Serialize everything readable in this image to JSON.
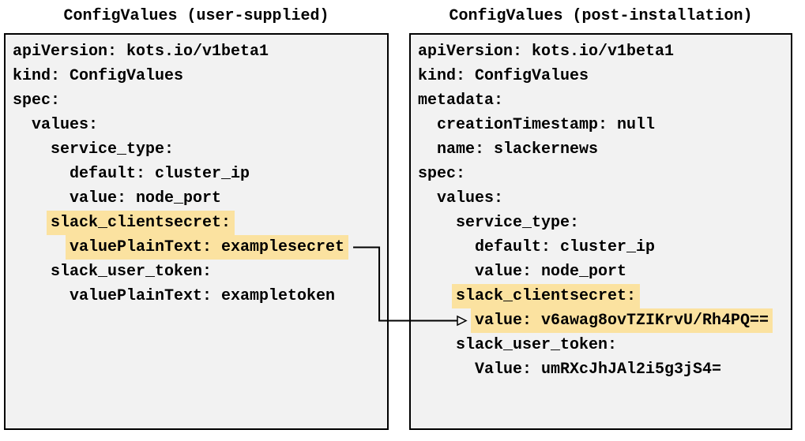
{
  "colors": {
    "highlight": "#fbe2a0",
    "panel_bg": "#f2f2f2",
    "border": "#000000",
    "text": "#000000",
    "arrow": "#000000"
  },
  "panels": [
    {
      "title": "ConfigValues (user-supplied)",
      "lines": [
        {
          "indent": 0,
          "text": "apiVersion: kots.io/v1beta1",
          "highlight": false
        },
        {
          "indent": 0,
          "text": "kind: ConfigValues",
          "highlight": false
        },
        {
          "indent": 0,
          "text": "spec:",
          "highlight": false
        },
        {
          "indent": 1,
          "text": "values:",
          "highlight": false
        },
        {
          "indent": 2,
          "text": "service_type:",
          "highlight": false
        },
        {
          "indent": 3,
          "text": "default: cluster_ip",
          "highlight": false
        },
        {
          "indent": 3,
          "text": "value: node_port",
          "highlight": false
        },
        {
          "indent": 2,
          "text": "slack_clientsecret:",
          "highlight": true
        },
        {
          "indent": 3,
          "text": "valuePlainText: examplesecret",
          "highlight": true,
          "connector": "start"
        },
        {
          "indent": 2,
          "text": "slack_user_token:",
          "highlight": false
        },
        {
          "indent": 3,
          "text": "valuePlainText: exampletoken",
          "highlight": false
        }
      ]
    },
    {
      "title": "ConfigValues (post-installation)",
      "lines": [
        {
          "indent": 0,
          "text": "apiVersion: kots.io/v1beta1",
          "highlight": false
        },
        {
          "indent": 0,
          "text": "kind: ConfigValues",
          "highlight": false
        },
        {
          "indent": 0,
          "text": "metadata:",
          "highlight": false
        },
        {
          "indent": 1,
          "text": "creationTimestamp: null",
          "highlight": false
        },
        {
          "indent": 1,
          "text": "name: slackernews",
          "highlight": false
        },
        {
          "indent": 0,
          "text": "spec:",
          "highlight": false
        },
        {
          "indent": 1,
          "text": "values:",
          "highlight": false
        },
        {
          "indent": 2,
          "text": "service_type:",
          "highlight": false
        },
        {
          "indent": 3,
          "text": "default: cluster_ip",
          "highlight": false
        },
        {
          "indent": 3,
          "text": "value: node_port",
          "highlight": false
        },
        {
          "indent": 2,
          "text": "slack_clientsecret:",
          "highlight": true
        },
        {
          "indent": 3,
          "text": "value: v6awag8ovTZIKrvU/Rh4PQ==",
          "highlight": true,
          "connector": "end"
        },
        {
          "indent": 2,
          "text": "slack_user_token:",
          "highlight": false
        },
        {
          "indent": 3,
          "text": "Value: umRXcJhJAl2i5g3jS4=",
          "highlight": false
        }
      ]
    }
  ],
  "connector": {
    "from_text": "valuePlainText: examplesecret",
    "to_text": "value: v6awag8ovTZIKrvU/Rh4PQ=="
  }
}
